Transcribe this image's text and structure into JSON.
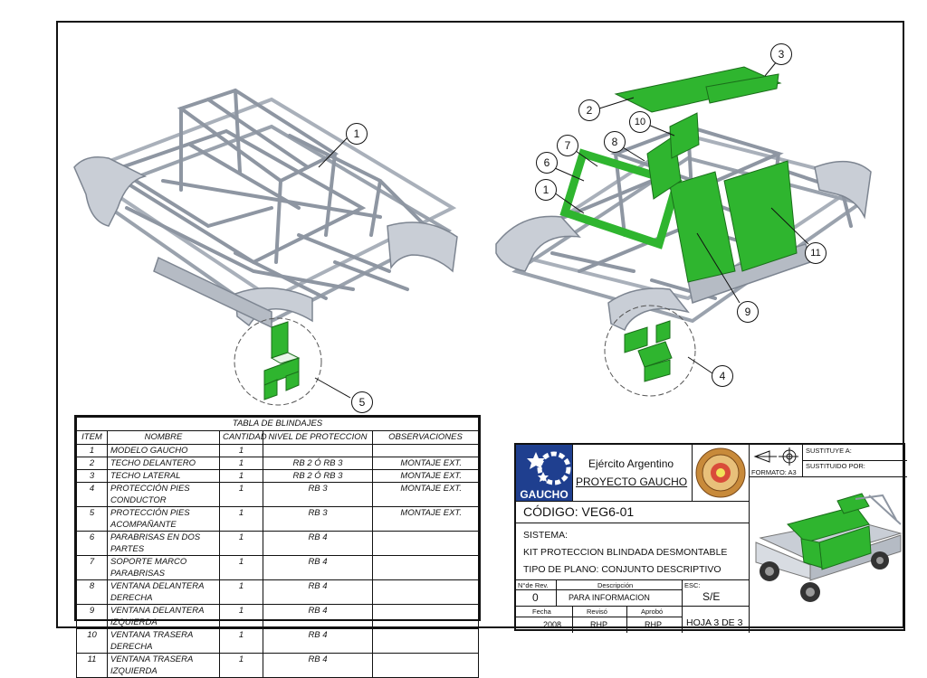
{
  "callouts": [
    {
      "n": "1"
    },
    {
      "n": "5"
    },
    {
      "n": "2"
    },
    {
      "n": "3"
    },
    {
      "n": "10"
    },
    {
      "n": "7"
    },
    {
      "n": "8"
    },
    {
      "n": "6"
    },
    {
      "n": "1"
    },
    {
      "n": "11"
    },
    {
      "n": "9"
    },
    {
      "n": "4"
    }
  ],
  "colors": {
    "armor_green": "#2fb52f",
    "frame_gray": "#b9bfc8",
    "line": "#111111",
    "logo_blue": "#1f3f8f"
  },
  "parts_table": {
    "caption": "TABLA DE BLINDAJES",
    "headers": [
      "ITEM",
      "NOMBRE",
      "CANTIDAD",
      "NIVEL DE PROTECCION",
      "OBSERVACIONES"
    ],
    "rows": [
      {
        "item": "1",
        "name": "MODELO GAUCHO",
        "qty": "1",
        "level": "",
        "obs": ""
      },
      {
        "item": "2",
        "name": "TECHO DELANTERO",
        "qty": "1",
        "level": "RB 2  Ó RB 3",
        "obs": "MONTAJE EXT."
      },
      {
        "item": "3",
        "name": "TECHO LATERAL",
        "qty": "1",
        "level": "RB 2  Ó RB 3",
        "obs": "MONTAJE EXT."
      },
      {
        "item": "4",
        "name": "PROTECCIÓN PIES CONDUCTOR",
        "qty": "1",
        "level": "RB 3",
        "obs": "MONTAJE EXT."
      },
      {
        "item": "5",
        "name": "PROTECCIÓN PIES ACOMPAÑANTE",
        "qty": "1",
        "level": "RB 3",
        "obs": "MONTAJE EXT."
      },
      {
        "item": "6",
        "name": "PARABRISAS EN DOS PARTES",
        "qty": "1",
        "level": "RB 4",
        "obs": ""
      },
      {
        "item": "7",
        "name": "SOPORTE MARCO PARABRISAS",
        "qty": "1",
        "level": "RB 4",
        "obs": ""
      },
      {
        "item": "8",
        "name": "VENTANA DELANTERA DERECHA",
        "qty": "1",
        "level": "RB 4",
        "obs": ""
      },
      {
        "item": "9",
        "name": "VENTANA DELANTERA IZQUIERDA",
        "qty": "1",
        "level": "RB 4",
        "obs": ""
      },
      {
        "item": "10",
        "name": "VENTANA TRASERA DERECHA",
        "qty": "1",
        "level": "RB 4",
        "obs": ""
      },
      {
        "item": "11",
        "name": "VENTANA TRASERA IZQUIERDA",
        "qty": "1",
        "level": "RB 4",
        "obs": ""
      }
    ]
  },
  "title_block": {
    "logo_text": "GAUCHO",
    "org": "Ejército Argentino",
    "project": "PROYECTO GAUCHO",
    "code": "CÓDIGO: VEG6-01",
    "system": "SISTEMA:",
    "kit": "KIT PROTECCION BLINDADA DESMONTABLE",
    "plan_type": "TIPO DE PLANO: CONJUNTO DESCRIPTIVO",
    "replaces": "SUSTITUYE A:",
    "replaced_by": "SUSTITUIDO POR:",
    "format": "FORMATO: A3",
    "rev_label": "N°de Rev.",
    "desc_label": "Descripción",
    "scale_label": "ESC:",
    "rev": "0",
    "desc": "PARA INFORMACION",
    "scale": "S/E",
    "date_label": "Fecha",
    "reviewed_label": "Revisó",
    "approved_label": "Aprobó",
    "date": "2008",
    "reviewed": "RHP",
    "approved": "RHP",
    "sheet": "HOJA 3 DE 3"
  }
}
